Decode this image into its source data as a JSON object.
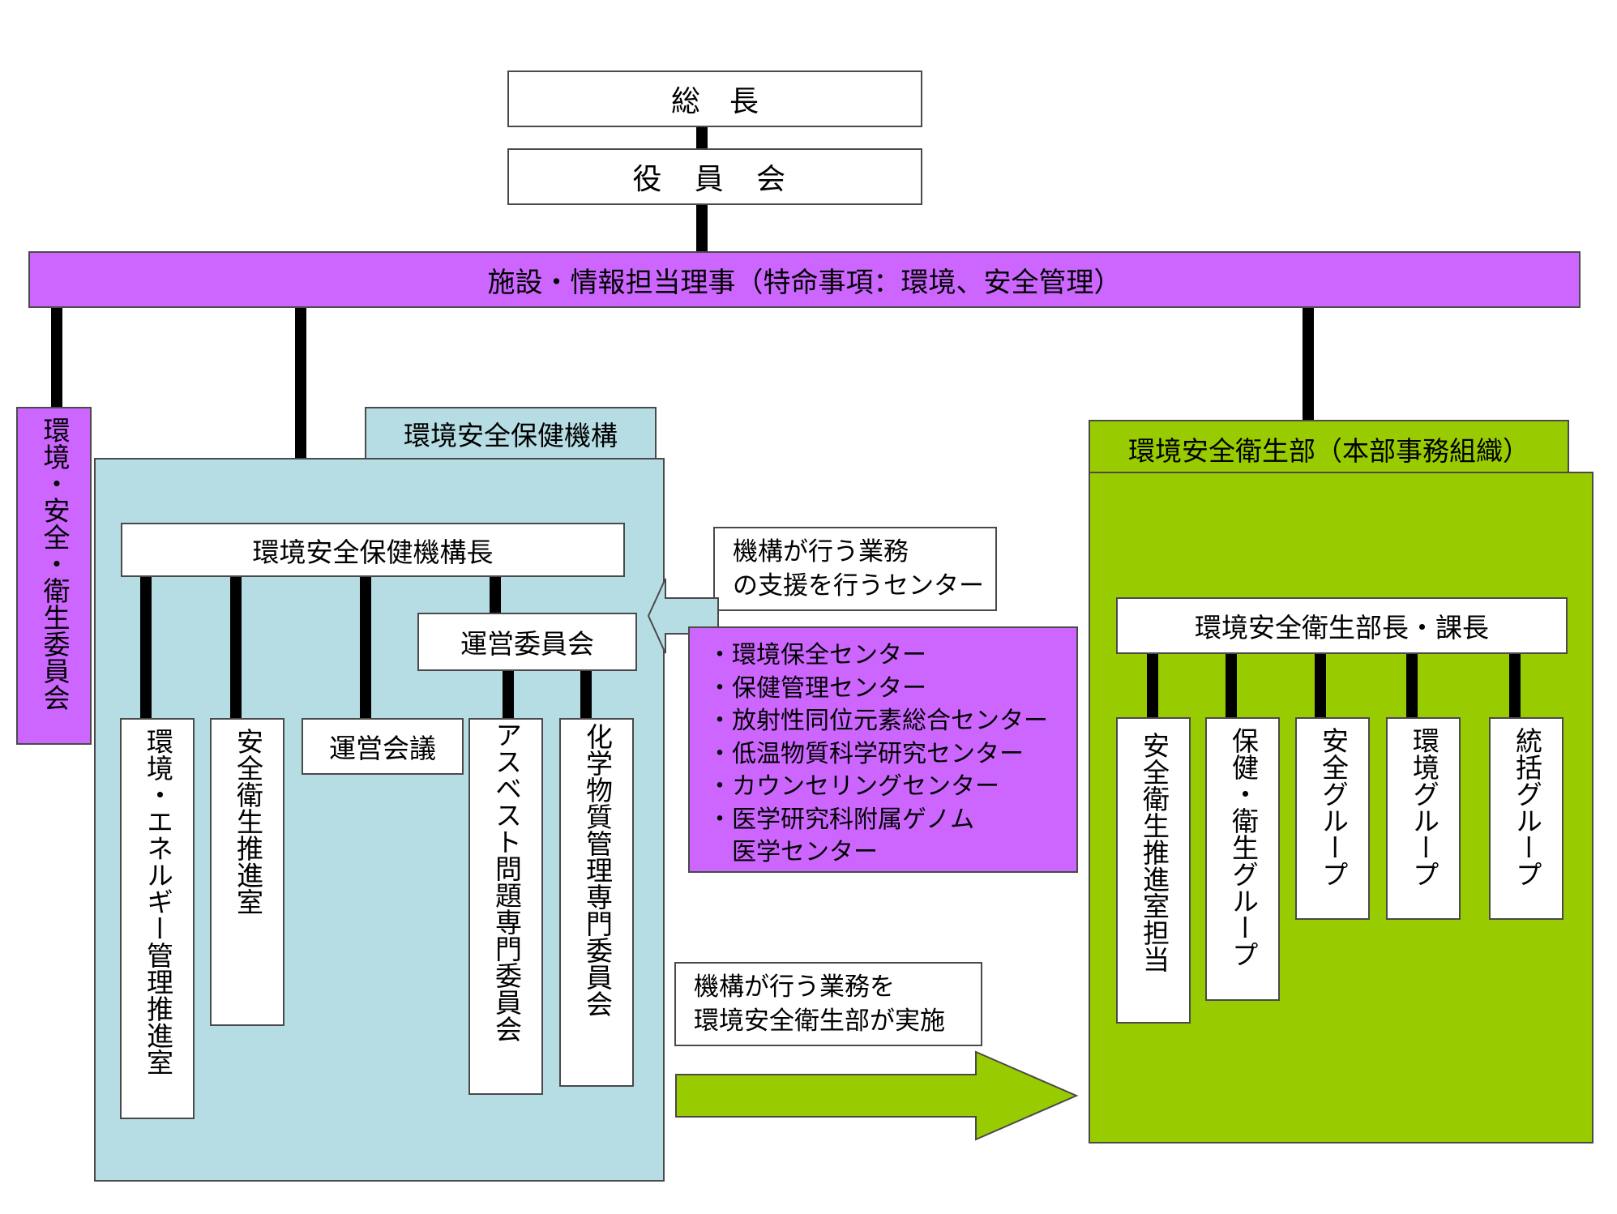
{
  "top": {
    "president": "総　長",
    "board": "役 員 会"
  },
  "director": "施設・情報担当理事（特命事項：環境、安全管理）",
  "committee_left": "環境・安全・衛生委員会",
  "organization": {
    "title": "環境安全保健機構",
    "head": "環境安全保健機構長",
    "steering_committee": "運営委員会",
    "units": [
      "環境・エネルギー管理推進室",
      "安全衛生推進室",
      "運営会議",
      "アスベスト問題専門委員会",
      "化学物質管理専門委員会"
    ]
  },
  "notes": {
    "support_centers": "機構が行う業務\nの支援を行うセンター",
    "implementation": "機構が行う業務を\n環境安全衛生部が実施"
  },
  "centers": [
    "・環境保全センター",
    "・保健管理センター",
    "・放射性同位元素総合センター",
    "・低温物質科学研究センター",
    "・カウンセリングセンター",
    "・医学研究科附属ゲノム",
    "　医学センター"
  ],
  "department": {
    "title": "環境安全衛生部（本部事務組織）",
    "head": "環境安全衛生部長・課長",
    "groups": [
      "安全衛生推進室担当",
      "保健・衛生グループ",
      "安全グループ",
      "環境グループ",
      "統括グループ"
    ]
  },
  "colors": {
    "purple": "#cc66ff",
    "light_blue": "#b6dde3",
    "green": "#99cc00"
  }
}
